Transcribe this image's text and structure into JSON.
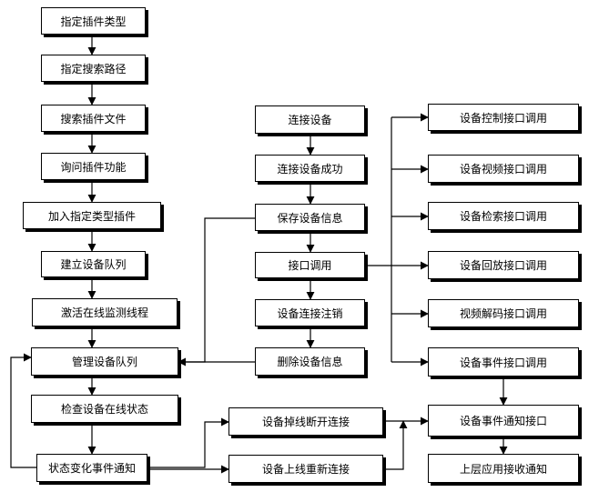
{
  "flowchart": {
    "nodes": [
      {
        "id": "n1",
        "label": "指定插件类型"
      },
      {
        "id": "n2",
        "label": "指定搜索路径"
      },
      {
        "id": "n3",
        "label": "搜索插件文件"
      },
      {
        "id": "n4",
        "label": "询问插件功能"
      },
      {
        "id": "n5",
        "label": "加入指定类型插件"
      },
      {
        "id": "n6",
        "label": "建立设备队列"
      },
      {
        "id": "n7",
        "label": "激活在线监测线程"
      },
      {
        "id": "n8",
        "label": "管理设备队列"
      },
      {
        "id": "n9",
        "label": "检查设备在线状态"
      },
      {
        "id": "n10",
        "label": "状态变化事件通知"
      },
      {
        "id": "m1",
        "label": "连接设备"
      },
      {
        "id": "m2",
        "label": "连接设备成功"
      },
      {
        "id": "m3",
        "label": "保存设备信息"
      },
      {
        "id": "m4",
        "label": "接口调用"
      },
      {
        "id": "m5",
        "label": "设备连接注销"
      },
      {
        "id": "m6",
        "label": "删除设备信息"
      },
      {
        "id": "d1",
        "label": "设备掉线断开连接"
      },
      {
        "id": "d2",
        "label": "设备上线重新连接"
      },
      {
        "id": "r1",
        "label": "设备控制接口调用"
      },
      {
        "id": "r2",
        "label": "设备视频接口调用"
      },
      {
        "id": "r3",
        "label": "设备检索接口调用"
      },
      {
        "id": "r4",
        "label": "设备回放接口调用"
      },
      {
        "id": "r5",
        "label": "视频解码接口调用"
      },
      {
        "id": "r6",
        "label": "设备事件接口调用"
      },
      {
        "id": "r7",
        "label": "设备事件通知接口"
      },
      {
        "id": "r8",
        "label": "上层应用接收通知"
      }
    ]
  }
}
